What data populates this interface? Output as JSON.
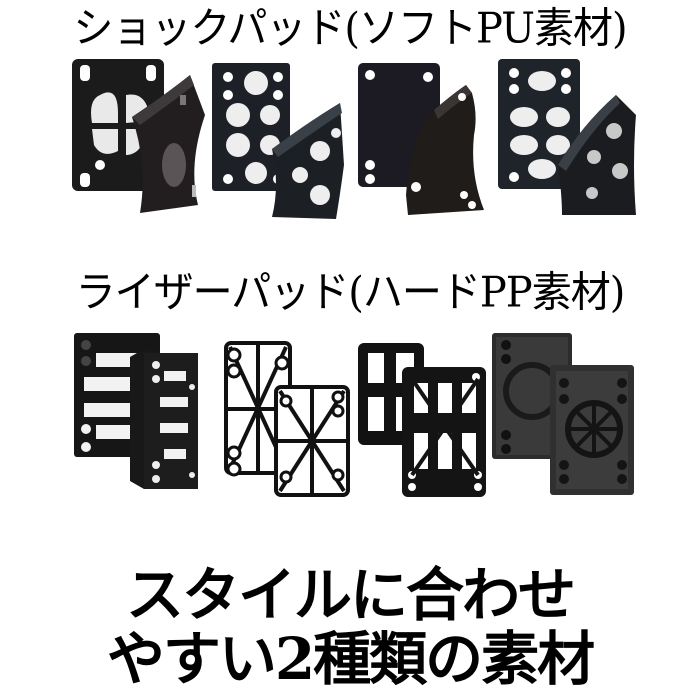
{
  "sections": {
    "shock": {
      "title": "ショックパッド(ソフトPU素材)",
      "products": [
        {
          "name": "shock-pad-oval-cutout",
          "type": "shock",
          "color": "#1c1c1e"
        },
        {
          "name": "shock-pad-multi-hole",
          "type": "shock",
          "color": "#1e2228"
        },
        {
          "name": "shock-pad-solid",
          "type": "shock",
          "color": "#1c1a24"
        },
        {
          "name": "shock-pad-multi-hole-angled",
          "type": "shock",
          "color": "#1f2329"
        }
      ]
    },
    "riser": {
      "title": "ライザーパッド(ハードPP素材)",
      "products": [
        {
          "name": "riser-pad-slotted",
          "type": "riser",
          "color": "#151515"
        },
        {
          "name": "riser-pad-lattice-thin",
          "type": "riser",
          "color": "#111111"
        },
        {
          "name": "riser-pad-lattice",
          "type": "riser",
          "color": "#121212"
        },
        {
          "name": "riser-pad-wheel-pattern",
          "type": "riser",
          "color": "#2a2a2a"
        }
      ]
    }
  },
  "tagline": {
    "line1": "スタイルに合わせ",
    "line2": "やすい2種類の素材"
  },
  "colors": {
    "background": "#ffffff",
    "text": "#000000",
    "pad_dark": "#1c1c1e",
    "pad_highlight": "#4a4f58"
  }
}
